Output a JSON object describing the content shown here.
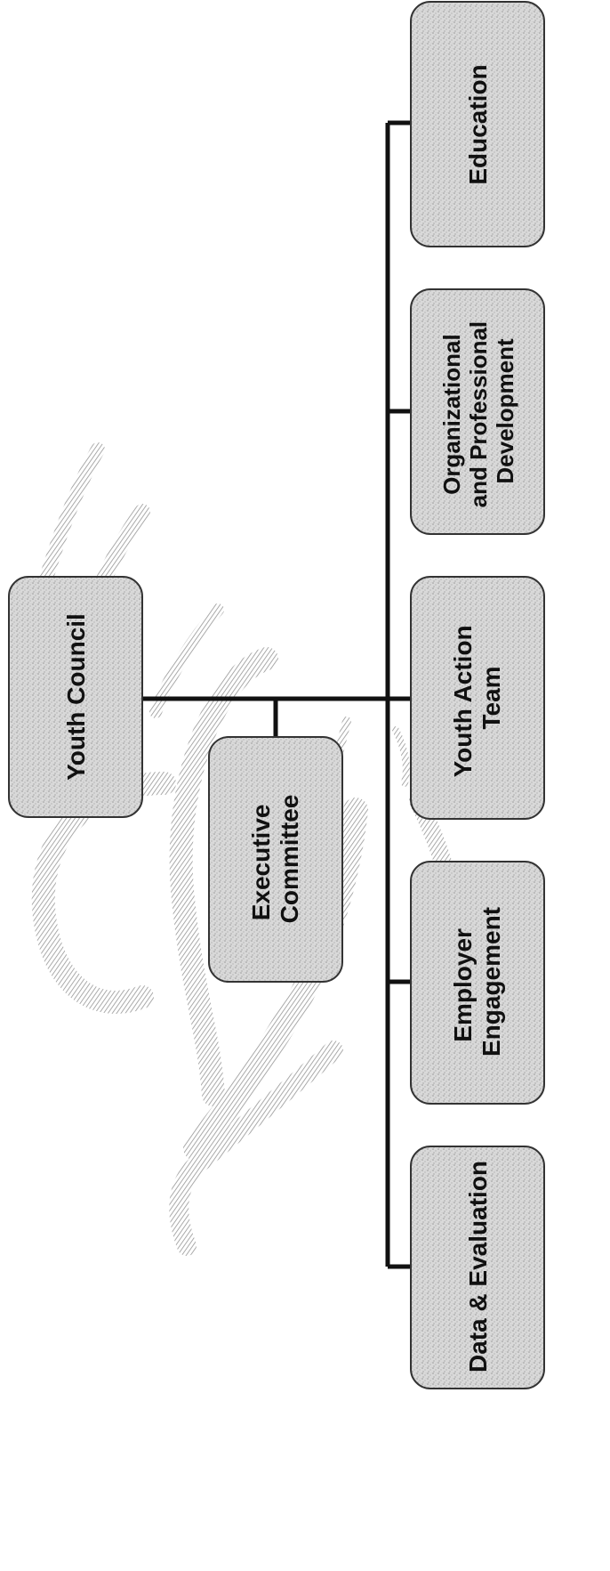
{
  "nodes": {
    "youth_council": [
      "Youth Council"
    ],
    "executive_committee": [
      "Executive",
      "Committee"
    ],
    "education": [
      "Education"
    ],
    "org_prof_dev": [
      "Organizational",
      "and Professional",
      "Development"
    ],
    "youth_action_team": [
      "Youth Action",
      "Team"
    ],
    "employer_engagement": [
      "Employer",
      "Engagement"
    ],
    "data_evaluation": [
      "Data & Evaluation"
    ]
  },
  "colors": {
    "box_fill": "#d6d6d6",
    "box_stroke": "#333333",
    "line": "#111111",
    "swirl": "#a9a9a9"
  }
}
